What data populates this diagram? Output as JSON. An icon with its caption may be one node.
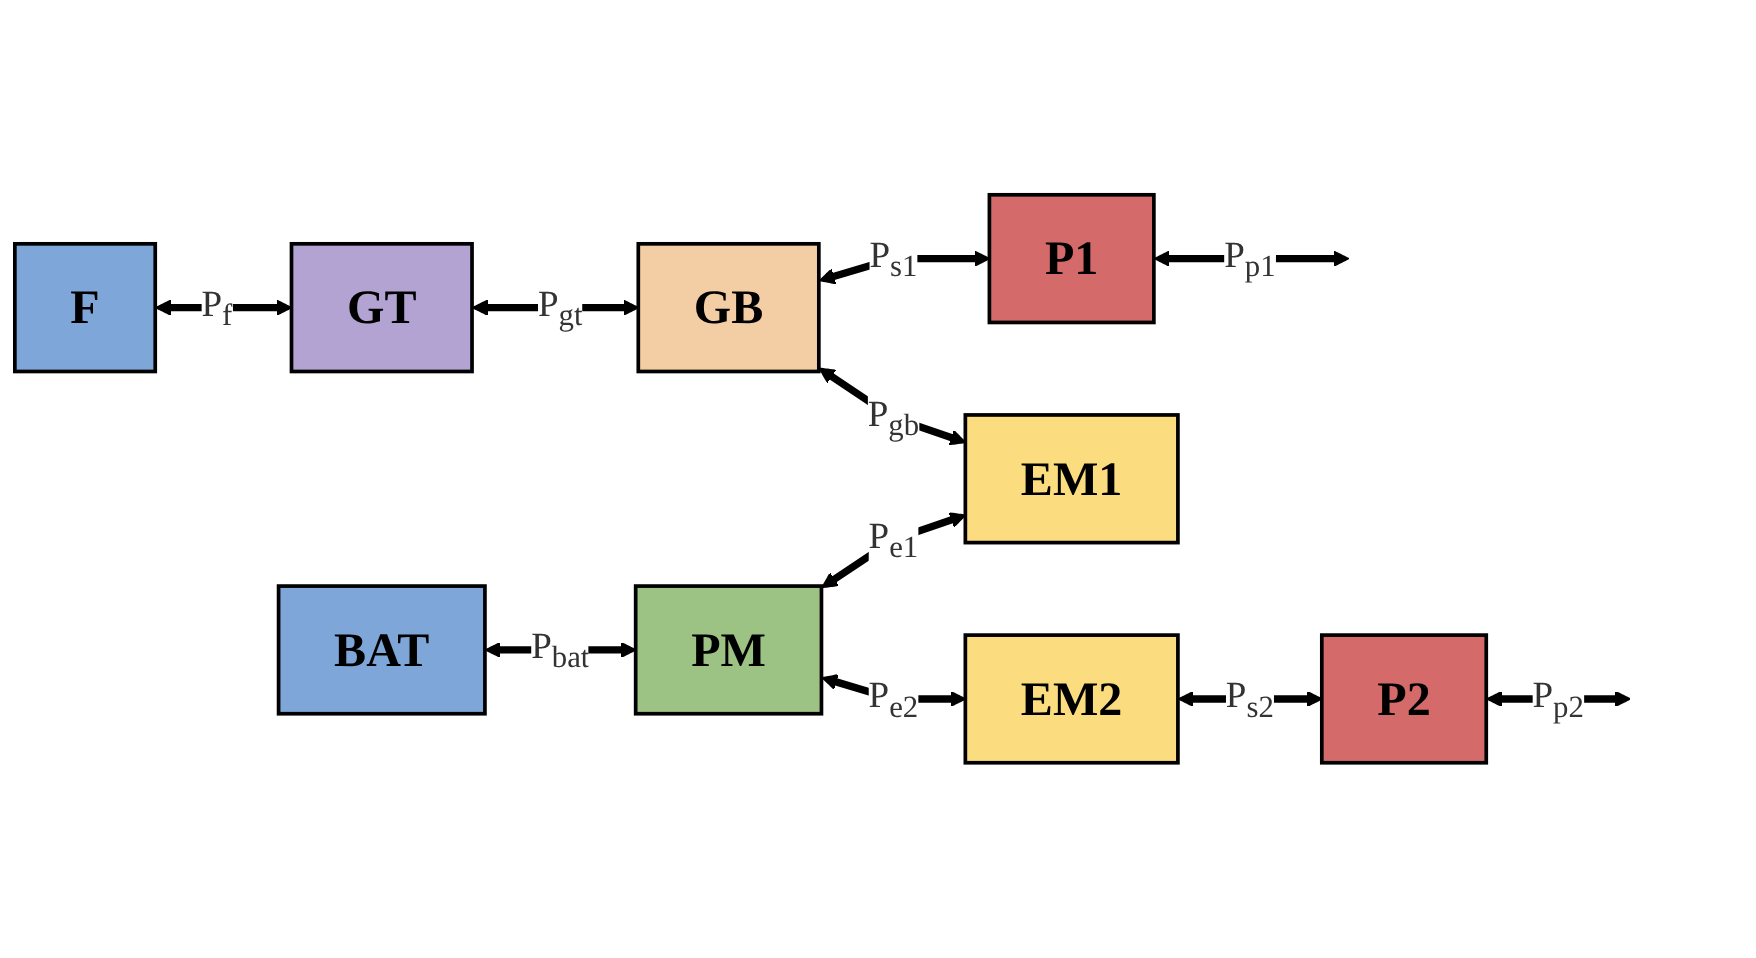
{
  "diagram": {
    "nodes": [
      {
        "text": [
          "F"
        ]
      },
      {
        "text": [
          "GT"
        ]
      },
      {
        "text": [
          "GB"
        ]
      },
      {
        "text": [
          "P1"
        ]
      },
      {
        "text": [
          "EM1"
        ]
      },
      {
        "text": [
          "BAT"
        ]
      },
      {
        "text": [
          "PM"
        ]
      },
      {
        "text": [
          "EM2"
        ]
      },
      {
        "text": [
          "P2"
        ]
      }
    ],
    "edges": [
      {
        "from": 0,
        "to": 1,
        "arrow": "both",
        "label": "P$_{f}$"
      },
      {
        "from": 1,
        "to": 2,
        "arrow": "both",
        "label": "P$_{gt}$"
      },
      {
        "from": 2,
        "to": 3,
        "arrow": "both",
        "label": "P$_{s1}$"
      },
      {
        "from": 3,
        "to": null,
        "arrow": "both",
        "label": "P$_{p1}$"
      },
      {
        "from": 2,
        "to": 4,
        "arrow": "both",
        "label": "P$_{gb}$"
      },
      {
        "from": 6,
        "to": 4,
        "arrow": "both",
        "label": "P$_{e1}$"
      },
      {
        "from": 5,
        "to": 6,
        "arrow": "both",
        "label": "P$_{bat}$"
      },
      {
        "from": 6,
        "to": 7,
        "arrow": "both",
        "label": "P$_{e2}$"
      },
      {
        "from": 7,
        "to": 8,
        "arrow": "both",
        "label": "P$_{s2}$"
      },
      {
        "from": 8,
        "to": null,
        "arrow": "both",
        "label": "P$_{p2}$"
      }
    ]
  }
}
